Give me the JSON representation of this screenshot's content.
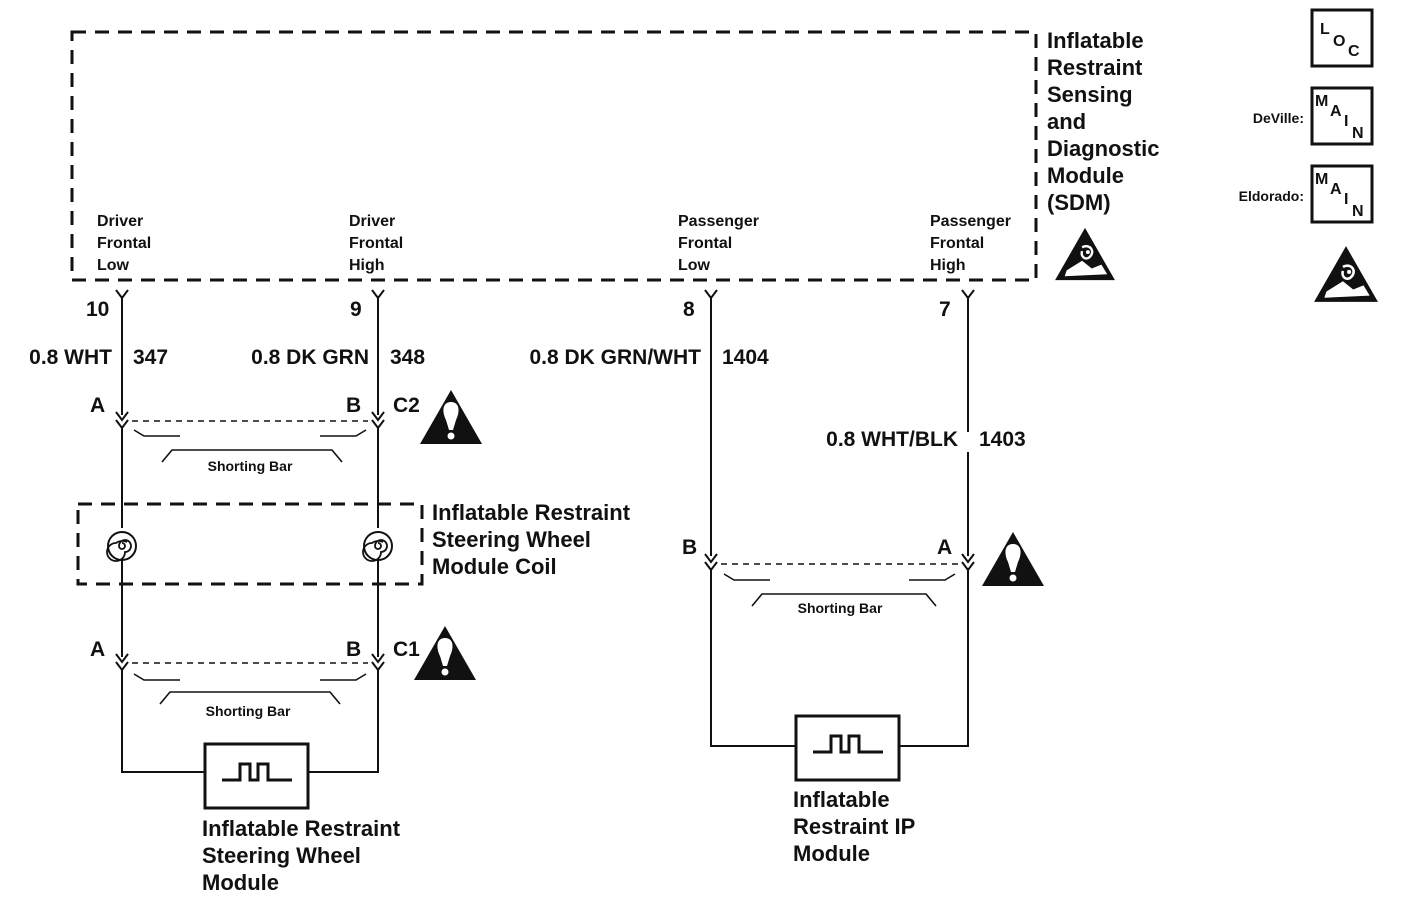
{
  "sdm": {
    "title_lines": [
      "Inflatable",
      "Restraint",
      "Sensing",
      "and",
      "Diagnostic",
      "Module",
      "(SDM)"
    ],
    "pins": [
      {
        "name_lines": [
          "Driver",
          "Frontal",
          "Low"
        ],
        "pin": "10",
        "wire_gauge_color": "0.8 WHT",
        "circuit": "347"
      },
      {
        "name_lines": [
          "Driver",
          "Frontal",
          "High"
        ],
        "pin": "9",
        "wire_gauge_color": "0.8 DK GRN",
        "circuit": "348"
      },
      {
        "name_lines": [
          "Passenger",
          "Frontal",
          "Low"
        ],
        "pin": "8",
        "wire_gauge_color": "0.8 DK GRN/WHT",
        "circuit": "1404"
      },
      {
        "name_lines": [
          "Passenger",
          "Frontal",
          "High"
        ],
        "pin": "7",
        "wire_gauge_color": "0.8 WHT/BLK",
        "circuit": "1403"
      }
    ]
  },
  "legend": {
    "loc_symbol": {
      "top": "L",
      "bottom": "O",
      "sub": "C"
    },
    "deville_label": "DeVille:",
    "eldorado_label": "Eldorado:",
    "main_symbol": {
      "m": "M",
      "a": "A",
      "i": "I",
      "n": "N"
    }
  },
  "connectors": {
    "c2": {
      "name": "C2",
      "pin_left": "A",
      "pin_right": "B",
      "shorting_bar": "Shorting Bar"
    },
    "c1": {
      "name": "C1",
      "pin_left": "A",
      "pin_right": "B",
      "shorting_bar": "Shorting Bar"
    },
    "passenger": {
      "pin_left": "B",
      "pin_right": "A",
      "shorting_bar": "Shorting Bar"
    }
  },
  "components": {
    "coil_lines": [
      "Inflatable Restraint",
      "Steering Wheel",
      "Module Coil"
    ],
    "steering_module_lines": [
      "Inflatable Restraint",
      "Steering Wheel",
      "Module"
    ],
    "ip_module_lines": [
      "Inflatable",
      "Restraint IP",
      "Module"
    ]
  },
  "colors": {
    "ink": "#111111",
    "background": "#ffffff"
  }
}
